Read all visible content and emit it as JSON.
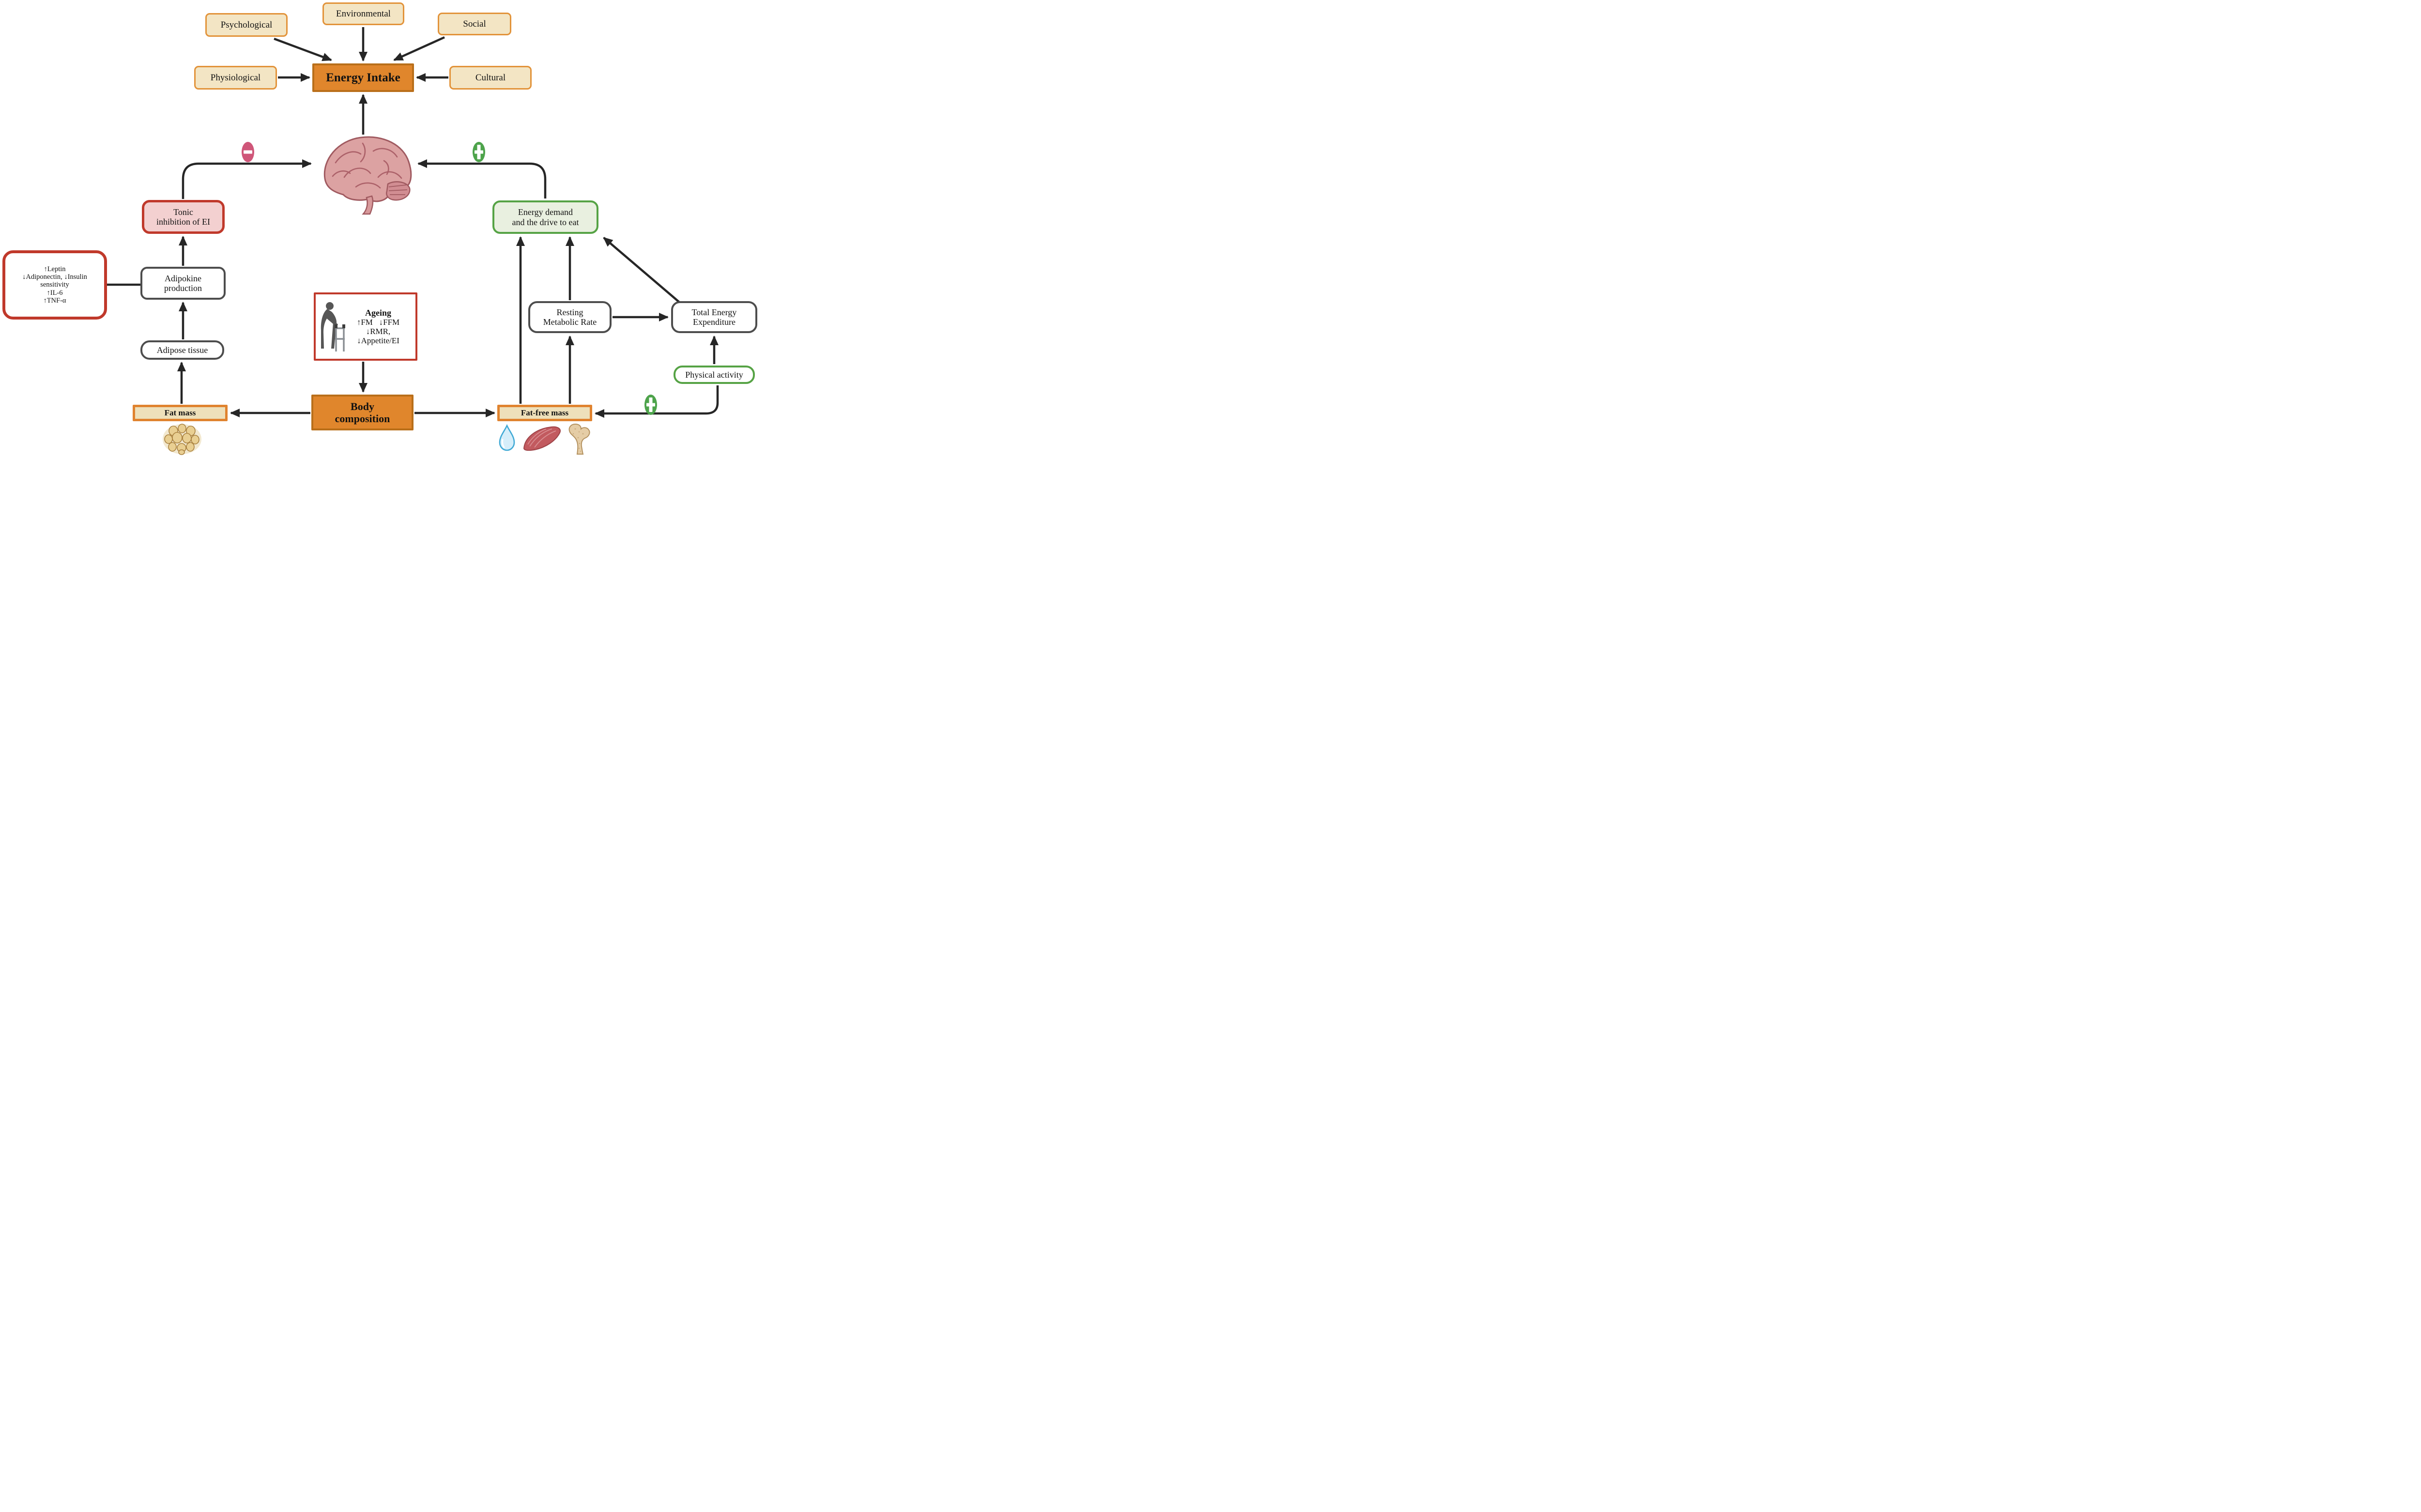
{
  "nodes": {
    "psychological": "Psychological",
    "environmental": "Environmental",
    "social": "Social",
    "physiological": "Physiological",
    "cultural": "Cultural",
    "energy_intake": "Energy Intake",
    "tonic_inhibition": {
      "line1": "Tonic",
      "line2": "inhibition of EI"
    },
    "energy_demand": {
      "line1": "Energy demand",
      "line2": "and the drive to eat"
    },
    "adipokines": {
      "line1": "↑Leptin",
      "line2": "↓Adiponectin, ↓Insulin",
      "line3": "sensitivity",
      "line4": "↑IL-6",
      "line5": "↑TNF-α"
    },
    "adipokine_production": {
      "line1": "Adipokine",
      "line2": "production"
    },
    "adipose_tissue": "Adipose tissue",
    "ageing": {
      "title": "Ageing",
      "line1": "↑FM   ↓FFM",
      "line2": "↓RMR,",
      "line3": "↓Appetite/EI"
    },
    "body_composition": {
      "line1": "Body",
      "line2": "composition"
    },
    "fat_mass": "Fat mass",
    "fat_free_mass": "Fat-free mass",
    "resting_metabolic_rate": {
      "line1": "Resting",
      "line2": "Metabolic Rate"
    },
    "total_energy_expenditure": {
      "line1": "Total Energy",
      "line2": "Expenditure"
    },
    "physical_activity": "Physical activity"
  },
  "signs": {
    "minus": "−",
    "plus": "+"
  },
  "icons": [
    "brain-icon",
    "minus-icon",
    "plus-icon",
    "plus-icon-physical-activity",
    "elderly-person-walker-icon",
    "adipocytes-icon",
    "water-droplet-icon",
    "muscle-icon",
    "bone-icon"
  ],
  "colors": {
    "factor_fill": "#f3e5c4",
    "factor_border": "#e2933a",
    "accent_fill": "#e0862c",
    "accent_border": "#b96f1a",
    "mass_fill": "#eee0ba",
    "mass_border": "#e0832f",
    "tonic_fill": "#f3d0d0",
    "red_border": "#c0392b",
    "green_fill": "#e9f0e0",
    "green_border": "#56a345",
    "neutral_border": "#4d4d4d",
    "minus": "#cf5679",
    "plus": "#4da34b",
    "arrow": "#262626"
  }
}
